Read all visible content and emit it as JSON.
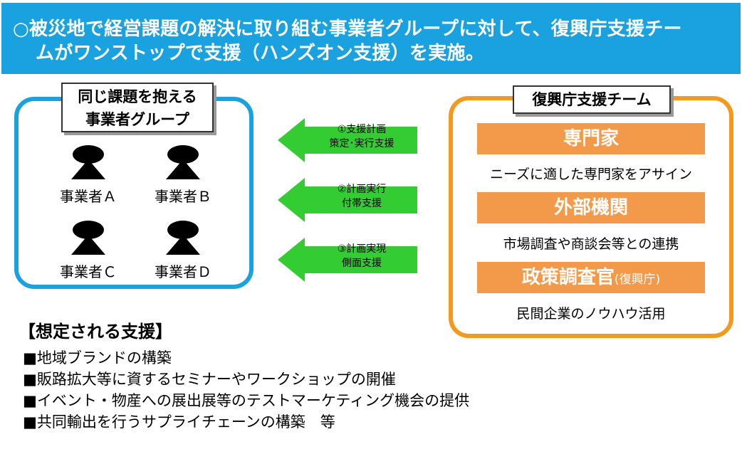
{
  "banner": {
    "line1": "○被災地で経営課題の解決に取り組む事業者グループに対して、復興庁支援チー",
    "line2": "ムがワンストップで支援（ハンズオン支援）を実施。"
  },
  "group": {
    "title_line1": "同じ課題を抱える",
    "title_line2": "事業者グループ",
    "members": [
      "事業者Ａ",
      "事業者Ｂ",
      "事業者Ｃ",
      "事業者Ｄ"
    ]
  },
  "arrows": [
    {
      "line1": "①支援計画",
      "line2": "策定･実行支援"
    },
    {
      "line1": "②計画実行",
      "line2": "付帯支援"
    },
    {
      "line1": "③計画実現",
      "line2": "側面支援"
    }
  ],
  "agency": {
    "title": "復興庁支援チーム",
    "roles": [
      {
        "name": "専門家",
        "suffix": "",
        "desc": "ニーズに適した専門家をアサイン"
      },
      {
        "name": "外部機関",
        "suffix": "",
        "desc": "市場調査や商談会等との連携"
      },
      {
        "name": "政策調査官",
        "suffix": "(復興庁)",
        "desc": "民間企業のノウハウ活用"
      }
    ]
  },
  "support": {
    "title": "【想定される支援】",
    "items": [
      "■地域ブランドの構築",
      "■販路拡大等に資するセミナーやワークショップの開催",
      "■イベント・物産への展出展等のテストマーケティング機会の提供",
      "■共同輸出を行うサプライチェーンの構築　等"
    ]
  },
  "colors": {
    "banner": "#1aa1e0",
    "group_border": "#1aa1e0",
    "agency_border": "#f39a1e",
    "role_bar": "#f39a4a",
    "arrow": "#33cc33"
  }
}
